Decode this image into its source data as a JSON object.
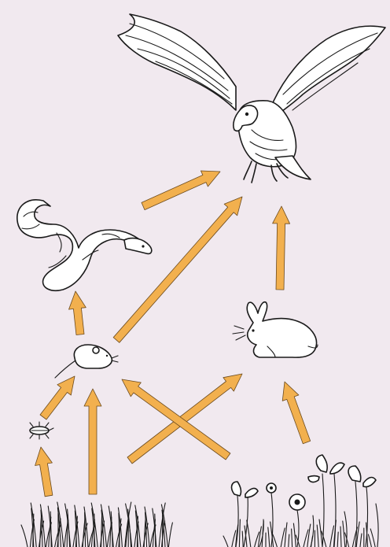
{
  "diagram": {
    "type": "food-web",
    "colors": {
      "background": "#f1e9ef",
      "arrow_fill": "#f2b04e",
      "line_art": "#1a1a1a"
    },
    "organisms": [
      {
        "id": "hawk",
        "icon": "hawk-icon"
      },
      {
        "id": "snake",
        "icon": "snake-icon"
      },
      {
        "id": "rabbit",
        "icon": "rabbit-icon"
      },
      {
        "id": "mouse",
        "icon": "mouse-icon"
      },
      {
        "id": "insect",
        "icon": "insect-icon"
      },
      {
        "id": "grass",
        "icon": "grass-icon"
      },
      {
        "id": "flowers",
        "icon": "flowers-icon"
      }
    ],
    "links": [
      {
        "from": "grass",
        "to": "insect"
      },
      {
        "from": "grass",
        "to": "mouse"
      },
      {
        "from": "grass",
        "to": "rabbit"
      },
      {
        "from": "insect",
        "to": "mouse"
      },
      {
        "from": "flowers",
        "to": "mouse"
      },
      {
        "from": "flowers",
        "to": "rabbit"
      },
      {
        "from": "mouse",
        "to": "snake"
      },
      {
        "from": "mouse",
        "to": "hawk"
      },
      {
        "from": "snake",
        "to": "hawk"
      },
      {
        "from": "rabbit",
        "to": "hawk"
      }
    ]
  }
}
